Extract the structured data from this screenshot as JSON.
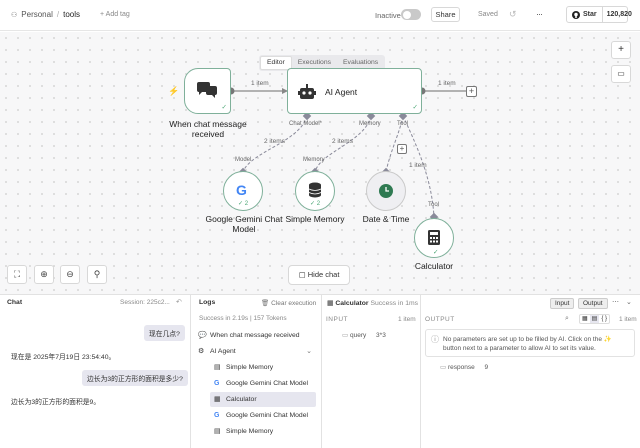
{
  "header": {
    "project": "Personal",
    "workflow": "tools",
    "add_tag": "+ Add tag",
    "status_label": "Inactive",
    "share": "Share",
    "saved": "Saved",
    "star": "Star",
    "star_count": "120,820"
  },
  "canvas": {
    "tabs": [
      "Editor",
      "Executions",
      "Evaluations"
    ],
    "active_tab": "Editor",
    "nodes": {
      "trigger": "When chat message received",
      "agent": "AI Agent",
      "gemini": "Google Gemini Chat Model",
      "memory": "Simple Memory",
      "datetime": "Date & Time",
      "calculator": "Calculator"
    },
    "ports": {
      "chat_model": "Chat Model*",
      "memory": "Memory",
      "tool": "Tool",
      "model": "Model",
      "memory_in": "Memory",
      "tool_in": "Tool"
    },
    "edges": {
      "trigger_agent": "1 item",
      "agent_out": "1 item",
      "gemini": "2 items",
      "memory": "2 items",
      "calculator": "1 item"
    },
    "badges": {
      "gemini": "2",
      "memory": "2"
    },
    "hide_chat": "Hide chat"
  },
  "chat": {
    "title": "Chat",
    "session": "Session: 225c2...",
    "messages": [
      {
        "role": "user",
        "text": "现在几点?"
      },
      {
        "role": "bot",
        "text": "现在是 2025年7月19日 23:54:40。"
      },
      {
        "role": "user",
        "text": "边长为3的正方形的面积是多少?"
      },
      {
        "role": "bot",
        "text": "边长为3的正方形的面积是9。"
      }
    ]
  },
  "logs": {
    "title": "Logs",
    "clear": "Clear execution",
    "summary": "Success in 2.19s",
    "tokens": "157 Tokens",
    "items": [
      {
        "label": "When chat message received",
        "icon": "chat-icon",
        "level": 0
      },
      {
        "label": "AI Agent",
        "icon": "robot-icon",
        "level": 0
      },
      {
        "label": "Simple Memory",
        "icon": "database-icon",
        "level": 1
      },
      {
        "label": "Google Gemini Chat Model",
        "icon": "google-icon",
        "level": 1
      },
      {
        "label": "Calculator",
        "icon": "calculator-icon",
        "level": 1
      },
      {
        "label": "Google Gemini Chat Model",
        "icon": "google-icon",
        "level": 1
      },
      {
        "label": "Simple Memory",
        "icon": "database-icon",
        "level": 1
      }
    ],
    "selected_index": 4
  },
  "detail": {
    "node": "Calculator",
    "status": "Success in 1ms",
    "input_btn": "Input",
    "output_btn": "Output",
    "input_title": "INPUT",
    "input_count": "1 item",
    "input_key": "query",
    "input_value": "3*3",
    "output_title": "OUTPUT",
    "output_count": "1 item",
    "notice": "No parameters are set up to be filled by AI. Click on the ✨ button next to a parameter to allow AI to set its value.",
    "output_key": "response",
    "output_value": "9"
  }
}
